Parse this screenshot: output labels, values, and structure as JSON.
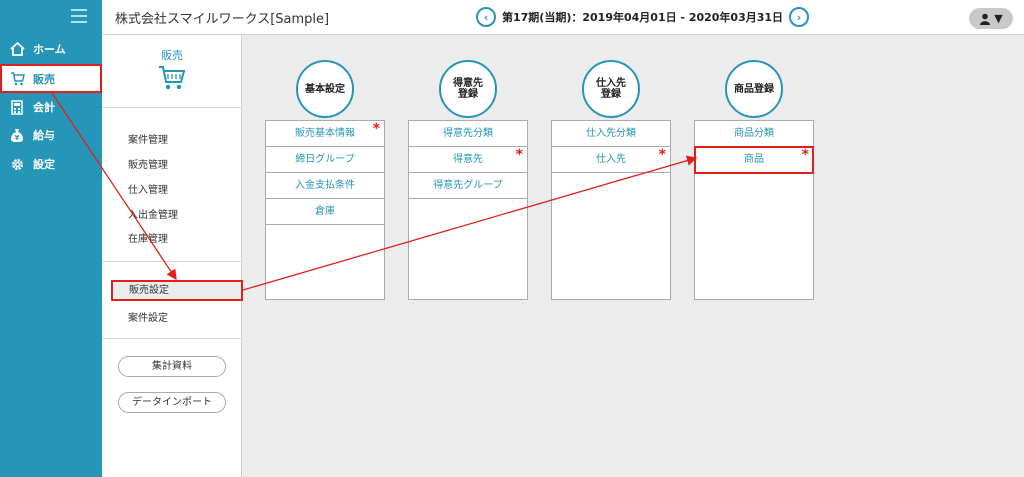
{
  "nav": {
    "menu_icon": "hamburger-icon",
    "items": [
      {
        "label": "ホーム",
        "icon": "home-icon"
      },
      {
        "label": "販売",
        "icon": "cart-icon"
      },
      {
        "label": "会計",
        "icon": "calculator-icon"
      },
      {
        "label": "給与",
        "icon": "money-bag-icon"
      },
      {
        "label": "設定",
        "icon": "gear-icon"
      }
    ]
  },
  "header": {
    "company": "株式会社スマイルワークス[Sample]",
    "period": "第17期(当期)：2019年04月01日 - 2020年03月31日",
    "prev_icon": "chevron-left-icon",
    "next_icon": "chevron-right-icon",
    "user_icon": "user-icon"
  },
  "sub": {
    "title": "販売",
    "items": [
      "案件管理",
      "販売管理",
      "仕入管理",
      "入出金管理",
      "在庫管理"
    ],
    "settings": [
      "販売設定",
      "案件設定"
    ],
    "buttons": [
      "集計資料",
      "データインポート"
    ]
  },
  "categories": [
    {
      "title": "基本設定",
      "rows": [
        {
          "label": "販売基本情報",
          "star": "*"
        },
        {
          "label": "締日グループ",
          "star": ""
        },
        {
          "label": "入金支払条件",
          "star": ""
        },
        {
          "label": "倉庫",
          "star": ""
        }
      ]
    },
    {
      "title": "得意先\n登録",
      "rows": [
        {
          "label": "得意先分類",
          "star": ""
        },
        {
          "label": "得意先",
          "star": "*"
        },
        {
          "label": "得意先グループ",
          "star": ""
        }
      ]
    },
    {
      "title": "仕入先\n登録",
      "rows": [
        {
          "label": "仕入先分類",
          "star": ""
        },
        {
          "label": "仕入先",
          "star": "*"
        }
      ]
    },
    {
      "title": "商品登録",
      "rows": [
        {
          "label": "商品分類",
          "star": ""
        },
        {
          "label": "商品",
          "star": "*"
        }
      ]
    }
  ],
  "colors": {
    "accent": "#2596b7",
    "annotation": "#e0201c"
  }
}
